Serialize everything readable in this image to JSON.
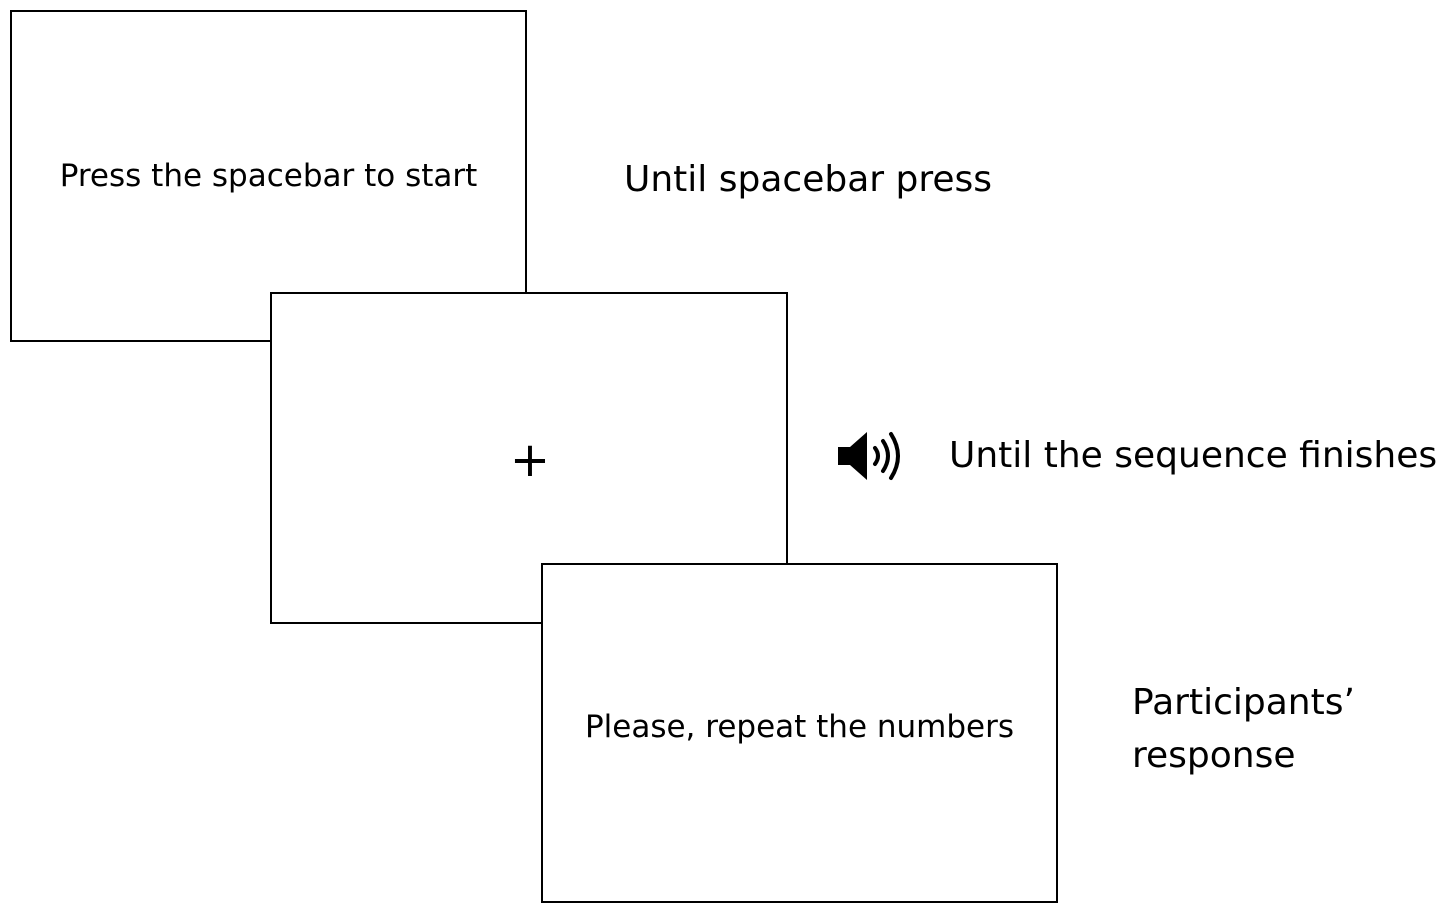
{
  "screens": [
    {
      "text": "Press the spacebar to start"
    },
    {
      "text": "+"
    },
    {
      "text": "Please, repeat the numbers"
    }
  ],
  "durations": [
    {
      "text": "Until spacebar press"
    },
    {
      "text": "Until the sequence finishes"
    },
    {
      "text": "Participants’ response"
    }
  ],
  "icons": {
    "audio": "speaker-icon"
  }
}
